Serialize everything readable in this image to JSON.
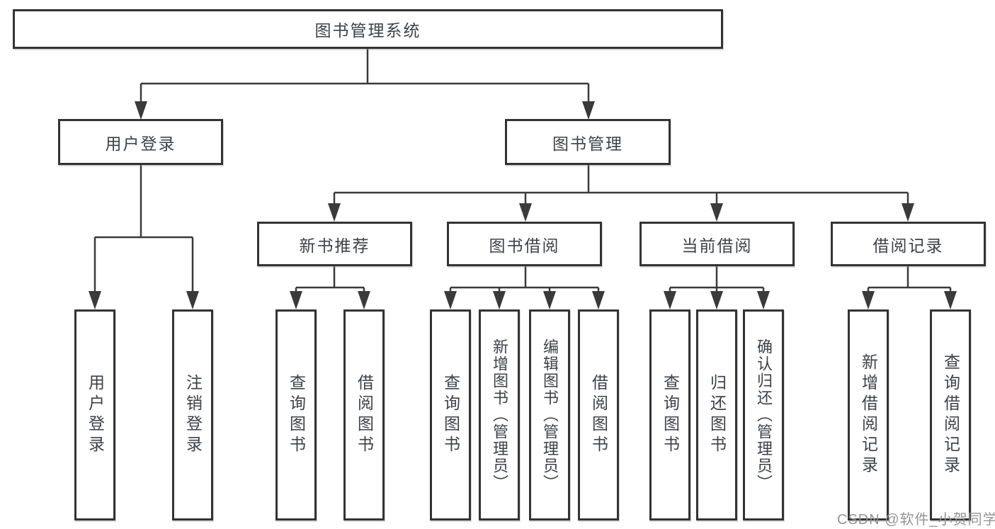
{
  "diagram_title": "图书管理系统",
  "nodes": {
    "root": "图书管理系统",
    "user_login": "用户登录",
    "book_mgmt": "图书管理",
    "new_book": "新书推荐",
    "book_borrow": "图书借阅",
    "current_borrow": "当前借阅",
    "borrow_records": "借阅记录",
    "ul_login": "用户登录",
    "ul_logout": "注销登录",
    "nb_query": "查询图书",
    "nb_borrow": "借阅图书",
    "bb_query": "查询图书",
    "bb_add": "新增图书（管理员）",
    "bb_edit": "编辑图书（管理员）",
    "bb_borrow": "借阅图书",
    "cb_query": "查询图书",
    "cb_return": "归还图书",
    "cb_confirm": "确认归还（管理员）",
    "br_add": "新增借阅记录",
    "br_query": "查询借阅记录"
  },
  "hierarchy": {
    "图书管理系统": {
      "用户登录": [
        "用户登录",
        "注销登录"
      ],
      "图书管理": {
        "新书推荐": [
          "查询图书",
          "借阅图书"
        ],
        "图书借阅": [
          "查询图书",
          "新增图书（管理员）",
          "编辑图书（管理员）",
          "借阅图书"
        ],
        "当前借阅": [
          "查询图书",
          "归还图书",
          "确认归还（管理员）"
        ],
        "借阅记录": [
          "新增借阅记录",
          "查询借阅记录"
        ]
      }
    }
  },
  "watermark": "CSDN @软件_小贺同学",
  "colors": {
    "line": "#3a3a3a",
    "box_border": "#333333",
    "text": "#3e4145",
    "watermark": "#949494",
    "background": "#ffffff"
  }
}
